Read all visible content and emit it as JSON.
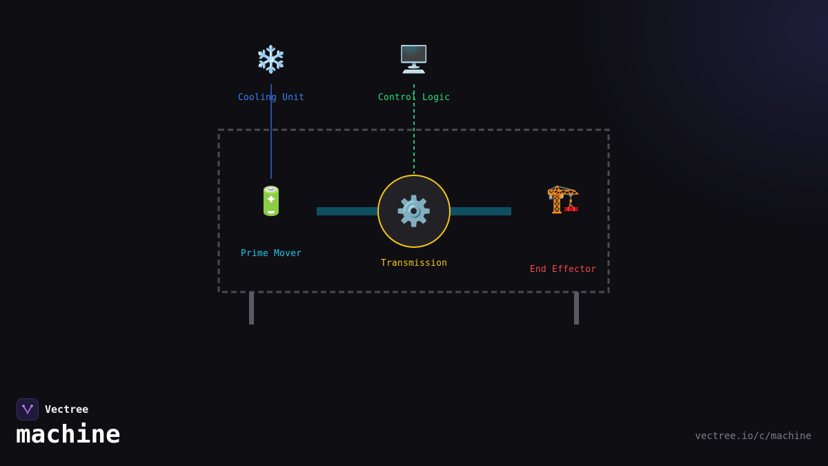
{
  "brand": {
    "name": "Vectree",
    "logo_icon": "vectree-logo-icon",
    "accent": "#b06ee6"
  },
  "page": {
    "title": "machine",
    "url": "vectree.io/c/machine"
  },
  "diagram": {
    "nodes": [
      {
        "id": "cooling",
        "label": "Cooling Unit",
        "icon": "snowflake-icon",
        "glyph": "❄️",
        "color": "#3b82f6"
      },
      {
        "id": "control",
        "label": "Control Logic",
        "icon": "computer-monitor-icon",
        "glyph": "🖥️",
        "color": "#22e07a"
      },
      {
        "id": "prime",
        "label": "Prime Mover",
        "icon": "battery-icon",
        "glyph": "🔋",
        "color": "#22c8e8"
      },
      {
        "id": "transmission",
        "label": "Transmission",
        "icon": "gear-icon",
        "glyph": "⚙️",
        "color": "#f5c518"
      },
      {
        "id": "effector",
        "label": "End Effector",
        "icon": "crane-icon",
        "glyph": "🏗️",
        "color": "#f04a4a"
      }
    ],
    "links": [
      {
        "from": "cooling",
        "to": "prime",
        "style": "solid",
        "color": "#2a6fd6"
      },
      {
        "from": "control",
        "to": "transmission",
        "style": "dashed",
        "color": "#22e07a"
      },
      {
        "from": "prime",
        "to": "transmission",
        "style": "shaft",
        "color": "#0e4f61"
      },
      {
        "from": "transmission",
        "to": "effector",
        "style": "shaft",
        "color": "#0e4f61"
      }
    ],
    "frame_color": "#4a4a50",
    "hub_fill": "#222226"
  }
}
